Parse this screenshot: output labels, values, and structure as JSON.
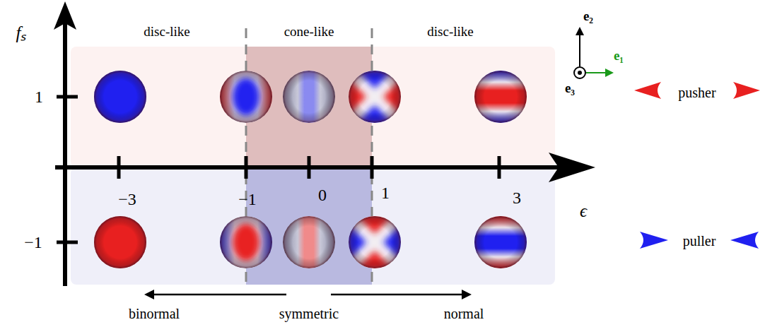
{
  "diagram": {
    "labels": [
      "disc-like",
      "cone-like",
      "disc-like",
      "fₛ",
      "e₂",
      "e₁",
      "e₃",
      "1",
      "pusher",
      "−3",
      "−1",
      "0",
      "1",
      "3",
      "ϵ",
      "−1",
      "puller",
      "binormal",
      "symmetric",
      "normal"
    ]
  }
}
